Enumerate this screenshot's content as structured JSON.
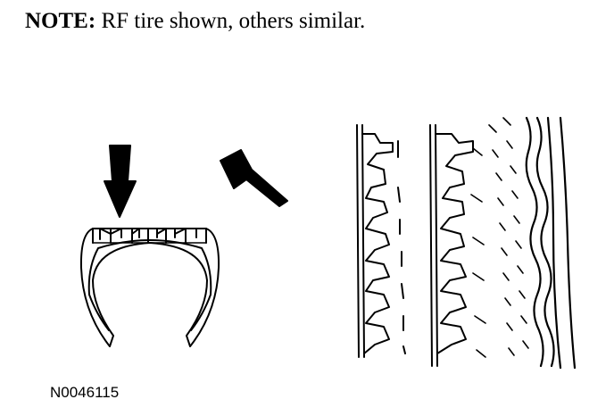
{
  "note": {
    "label": "NOTE:",
    "text": " RF tire shown, others similar."
  },
  "figure_id": "N0046115",
  "icons": [
    "arrow-down-icon",
    "arrow-diagonal-icon",
    "tire-cross-section-icon",
    "tread-wear-closeup-icon"
  ],
  "colors": {
    "ink": "#000000",
    "paper": "#ffffff"
  }
}
